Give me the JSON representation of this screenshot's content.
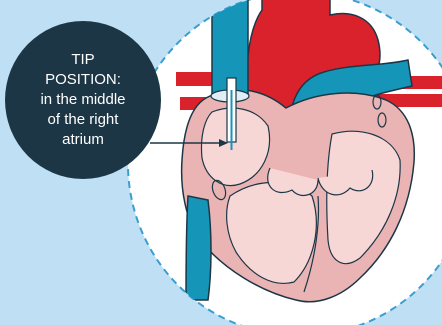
{
  "callout": {
    "lines": [
      "TIP",
      "POSITION:",
      "in the middle",
      "of the right",
      "atrium"
    ]
  },
  "colors": {
    "background": "#bfe0f4",
    "callout_bubble": "#1c3646",
    "heart_muscle": "#e9b4b3",
    "heart_chamber": "#f6d7d6",
    "vein": "#1596b8",
    "artery": "#d9222c",
    "catheter": "#ffffff"
  },
  "icons": {
    "heart": "heart-cross-section-icon",
    "catheter": "catheter-icon"
  }
}
